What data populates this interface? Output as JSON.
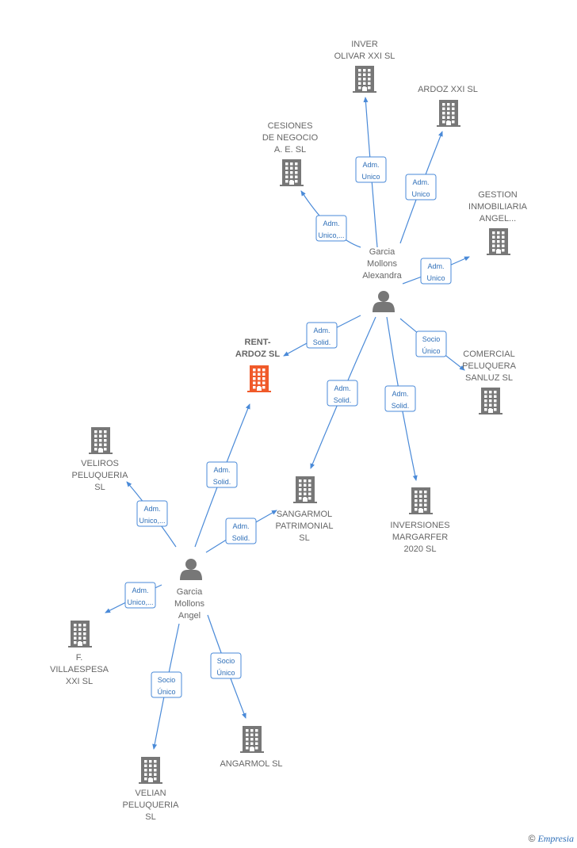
{
  "colors": {
    "edge": "#4a8ad8",
    "edge_label_border": "#4a8ad8",
    "edge_label_text": "#2f6fb8",
    "company_icon": "#777777",
    "main_company_icon": "#f05a2a",
    "person_icon": "#777777",
    "node_text": "#666666"
  },
  "nodes": [
    {
      "id": "inver",
      "type": "company",
      "lines": [
        "INVER",
        "OLIVAR XXI  SL"
      ]
    },
    {
      "id": "ardoz21",
      "type": "company",
      "lines": [
        "ARDOZ XXI SL"
      ]
    },
    {
      "id": "cesiones",
      "type": "company",
      "lines": [
        "CESIONES",
        "DE NEGOCIO",
        "A.  E.  SL"
      ]
    },
    {
      "id": "gestion",
      "type": "company",
      "lines": [
        "GESTION",
        "INMOBILIARIA",
        "ANGEL..."
      ]
    },
    {
      "id": "alexandra",
      "type": "person",
      "lines": [
        "Garcia",
        "Mollons",
        "Alexandra"
      ]
    },
    {
      "id": "rentardoz",
      "type": "main",
      "lines": [
        "RENT-",
        "ARDOZ  SL"
      ]
    },
    {
      "id": "comercial",
      "type": "company",
      "lines": [
        "COMERCIAL",
        "PELUQUERA",
        "SANLUZ SL"
      ]
    },
    {
      "id": "veliros",
      "type": "company",
      "lines": [
        "VELIROS",
        "PELUQUERIA",
        "SL"
      ]
    },
    {
      "id": "sangarmol",
      "type": "company",
      "lines": [
        "SANGARMOL",
        "PATRIMONIAL",
        "SL"
      ]
    },
    {
      "id": "inversiones",
      "type": "company",
      "lines": [
        "INVERSIONES",
        "MARGARFER",
        "2020  SL"
      ]
    },
    {
      "id": "angel",
      "type": "person",
      "lines": [
        "Garcia",
        "Mollons",
        "Angel"
      ]
    },
    {
      "id": "villaespesa",
      "type": "company",
      "lines": [
        "F.",
        "VILLAESPESA",
        "XXI  SL"
      ]
    },
    {
      "id": "velian",
      "type": "company",
      "lines": [
        "VELIAN",
        "PELUQUERIA",
        "SL"
      ]
    },
    {
      "id": "angarmol",
      "type": "company",
      "lines": [
        "ANGARMOL  SL"
      ]
    }
  ],
  "edges": [
    {
      "from": "alexandra",
      "to": "inver",
      "label": [
        "Adm.",
        "Unico"
      ]
    },
    {
      "from": "alexandra",
      "to": "ardoz21",
      "label": [
        "Adm.",
        "Unico"
      ]
    },
    {
      "from": "alexandra",
      "to": "cesiones",
      "label": [
        "Adm.",
        "Unico,..."
      ]
    },
    {
      "from": "alexandra",
      "to": "gestion",
      "label": [
        "Adm.",
        "Unico"
      ]
    },
    {
      "from": "alexandra",
      "to": "rentardoz",
      "label": [
        "Adm.",
        "Solid."
      ]
    },
    {
      "from": "alexandra",
      "to": "comercial",
      "label": [
        "Socio",
        "Único"
      ]
    },
    {
      "from": "alexandra",
      "to": "sangarmol",
      "label": [
        "Adm.",
        "Solid."
      ]
    },
    {
      "from": "alexandra",
      "to": "inversiones",
      "label": [
        "Adm.",
        "Solid."
      ]
    },
    {
      "from": "angel",
      "to": "rentardoz",
      "label": [
        "Adm.",
        "Solid."
      ]
    },
    {
      "from": "angel",
      "to": "veliros",
      "label": [
        "Adm.",
        "Unico,..."
      ]
    },
    {
      "from": "angel",
      "to": "sangarmol",
      "label": [
        "Adm.",
        "Solid."
      ]
    },
    {
      "from": "angel",
      "to": "villaespesa",
      "label": [
        "Adm.",
        "Unico,..."
      ]
    },
    {
      "from": "angel",
      "to": "velian",
      "label": [
        "Socio",
        "Único"
      ]
    },
    {
      "from": "angel",
      "to": "angarmol",
      "label": [
        "Socio",
        "Único"
      ]
    }
  ],
  "footer": {
    "copyright_symbol": "©",
    "brand": "Empresia"
  }
}
